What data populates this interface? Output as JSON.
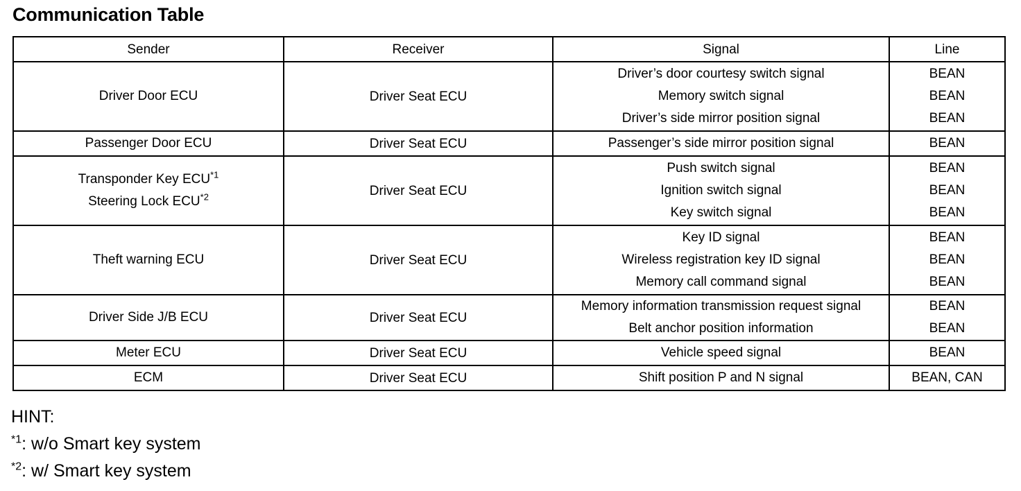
{
  "page_title": "Communication Table",
  "table": {
    "headers": [
      "Sender",
      "Receiver",
      "Signal",
      "Line"
    ],
    "rows": [
      {
        "sender": "Driver Door ECU",
        "sender_note": "",
        "sender_line2": "",
        "sender_note2": "",
        "receiver": "Driver Seat ECU",
        "signals": [
          "Driver’s door courtesy switch signal",
          "Memory switch signal",
          "Driver’s side mirror position signal"
        ],
        "lines": [
          "BEAN",
          "BEAN",
          "BEAN"
        ]
      },
      {
        "sender": "Passenger Door ECU",
        "sender_note": "",
        "sender_line2": "",
        "sender_note2": "",
        "receiver": "Driver Seat ECU",
        "signals": [
          "Passenger’s side mirror position signal"
        ],
        "lines": [
          "BEAN"
        ]
      },
      {
        "sender": "Transponder Key ECU",
        "sender_note": "*1",
        "sender_line2": "Steering Lock ECU",
        "sender_note2": "*2",
        "receiver": "Driver Seat ECU",
        "signals": [
          "Push switch signal",
          "Ignition switch signal",
          "Key switch signal"
        ],
        "lines": [
          "BEAN",
          "BEAN",
          "BEAN"
        ]
      },
      {
        "sender": "Theft warning ECU",
        "sender_note": "",
        "sender_line2": "",
        "sender_note2": "",
        "receiver": "Driver Seat ECU",
        "signals": [
          "Key ID signal",
          "Wireless registration key ID signal",
          "Memory call command signal"
        ],
        "lines": [
          "BEAN",
          "BEAN",
          "BEAN"
        ]
      },
      {
        "sender": "Driver Side J/B ECU",
        "sender_note": "",
        "sender_line2": "",
        "sender_note2": "",
        "receiver": "Driver Seat ECU",
        "signals": [
          "Memory information transmission request signal",
          "Belt anchor position information"
        ],
        "lines": [
          "BEAN",
          "BEAN"
        ]
      },
      {
        "sender": "Meter ECU",
        "sender_note": "",
        "sender_line2": "",
        "sender_note2": "",
        "receiver": "Driver Seat ECU",
        "signals": [
          "Vehicle speed signal"
        ],
        "lines": [
          "BEAN"
        ]
      },
      {
        "sender": "ECM",
        "sender_note": "",
        "sender_line2": "",
        "sender_note2": "",
        "receiver": "Driver Seat ECU",
        "signals": [
          "Shift position P and N signal"
        ],
        "lines": [
          "BEAN, CAN"
        ]
      }
    ]
  },
  "hint": {
    "label": "HINT:",
    "notes": [
      {
        "marker": "*1",
        "text": ": w/o Smart key system"
      },
      {
        "marker": "*2",
        "text": ": w/ Smart key system"
      }
    ]
  }
}
